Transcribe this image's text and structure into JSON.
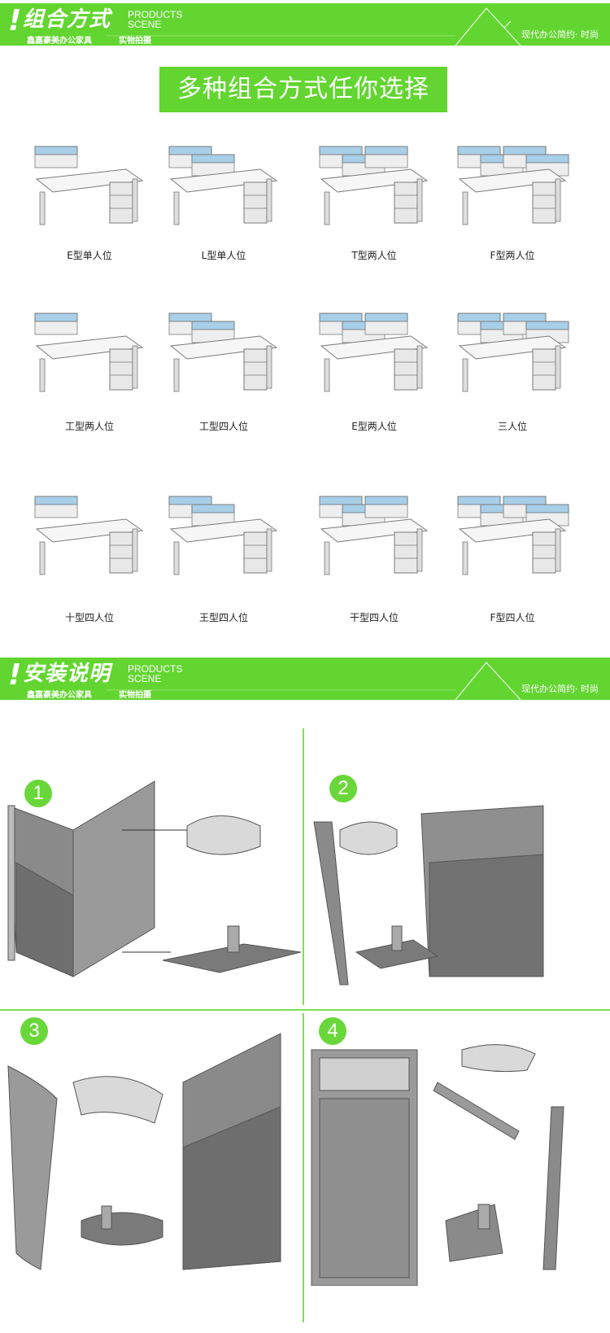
{
  "section1": {
    "title": "组合方式",
    "eng_line1": "PRODUCTS",
    "eng_line2": "SCENE",
    "brand": "鑫嘉豪美办公家具",
    "tag": "实物拍摄",
    "slogan": "现代办公简约· 时尚",
    "headline": "多种组合方式任你选择",
    "configs": [
      {
        "label": "E型单人位",
        "icon": "single-desk-icon"
      },
      {
        "label": "L型单人位",
        "icon": "l-desk-icon"
      },
      {
        "label": "T型两人位",
        "icon": "t-two-desk-icon"
      },
      {
        "label": "F型两人位",
        "icon": "f-two-desk-icon"
      },
      {
        "label": "工型两人位",
        "icon": "i-two-desk-icon"
      },
      {
        "label": "工型四人位",
        "icon": "i-four-desk-icon"
      },
      {
        "label": "E型两人位",
        "icon": "e-two-desk-icon"
      },
      {
        "label": "三人位",
        "icon": "three-desk-icon"
      },
      {
        "label": "十型四人位",
        "icon": "cross-four-desk-icon"
      },
      {
        "label": "王型四人位",
        "icon": "wang-four-desk-icon"
      },
      {
        "label": "干型四人位",
        "icon": "gan-four-desk-icon"
      },
      {
        "label": "F型四人位",
        "icon": "f-four-desk-icon"
      }
    ]
  },
  "section2": {
    "title": "安装说明",
    "eng_line1": "PRODUCTS",
    "eng_line2": "SCENE",
    "brand": "鑫嘉豪美办公家具",
    "tag": "实物拍摄",
    "slogan": "现代办公简约· 时尚",
    "steps": [
      {
        "number": "1",
        "icon": "cross-connector-icon"
      },
      {
        "number": "2",
        "icon": "t-connector-icon"
      },
      {
        "number": "3",
        "icon": "corner-connector-icon"
      },
      {
        "number": "4",
        "icon": "end-cap-icon"
      }
    ]
  },
  "colors": {
    "accent": "#63d531",
    "desk_glass": "#a8cfe8"
  }
}
